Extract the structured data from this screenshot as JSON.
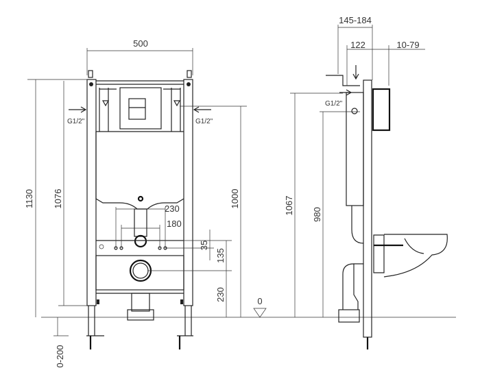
{
  "front_view": {
    "width_dim": "500",
    "height_total_dim": "1130",
    "height_frame_dim": "1076",
    "inlet_height_dim": "1000",
    "bolt_outer_dim": "230",
    "bolt_inner_dim": "180",
    "offset_dim": "35",
    "bolt_to_outlet_dim": "135",
    "outlet_height_dim": "230",
    "floor_level": "0",
    "leg_adjust_dim": "0-200",
    "inlet_left_label": "G1/2\"",
    "inlet_right_label": "G1/2\""
  },
  "side_view": {
    "depth_dim": "145-184",
    "cistern_depth_dim": "122",
    "plate_offset_dim": "10-79",
    "inlet_height_dim": "1067",
    "secondary_height_dim": "980",
    "inlet_label": "G1/2\""
  },
  "colors": {
    "line": "#222222",
    "text": "#333333",
    "background": "#ffffff"
  }
}
